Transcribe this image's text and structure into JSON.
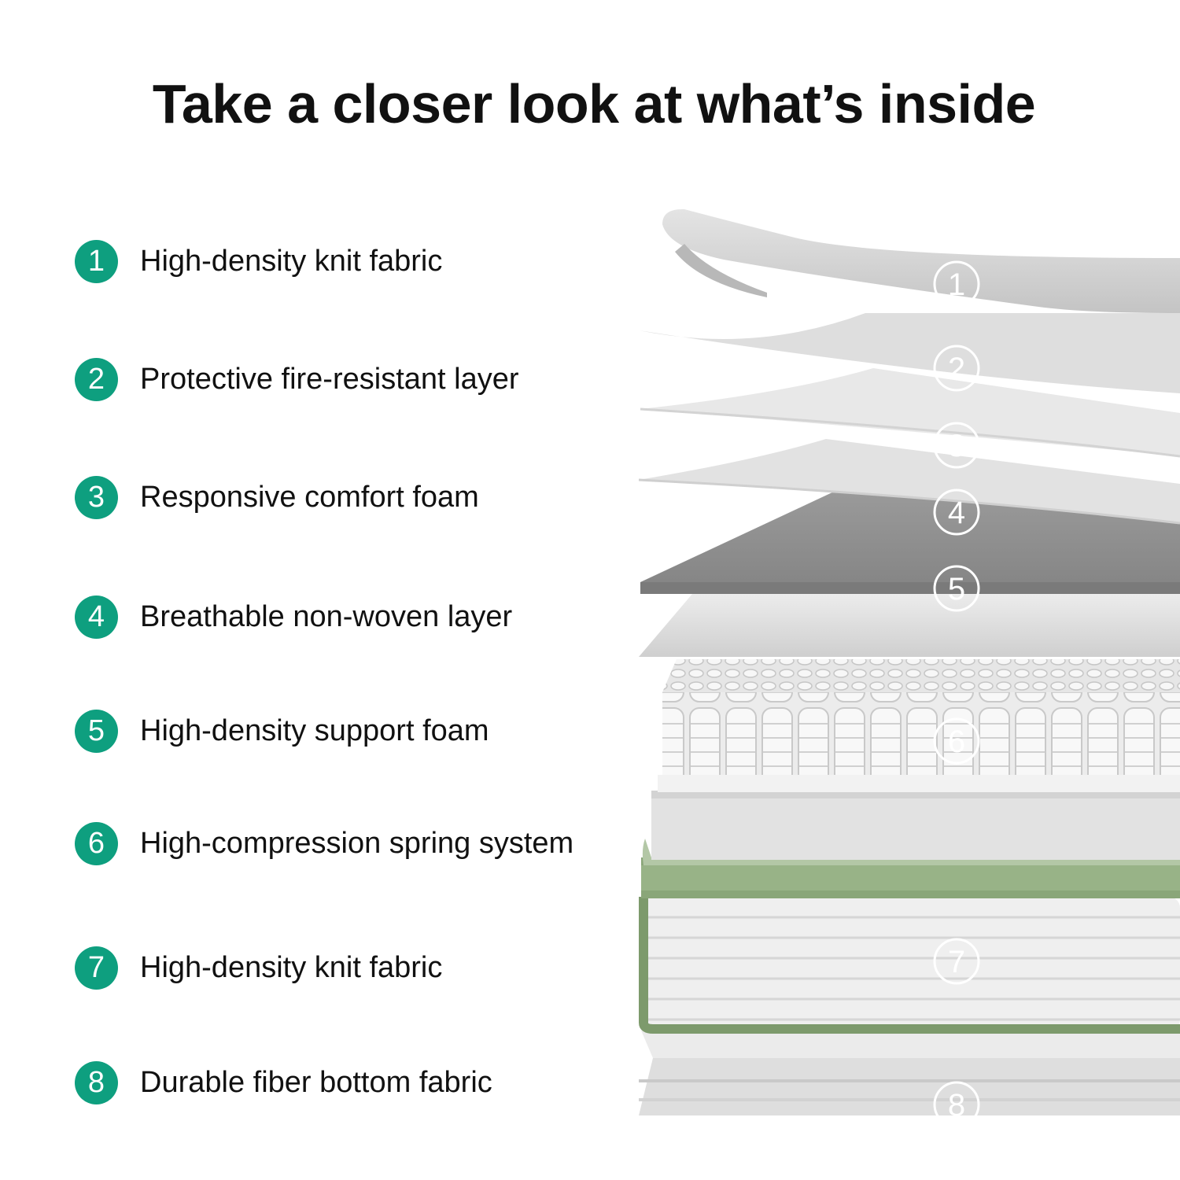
{
  "title": "Take a closer look at what’s inside",
  "accent_color": "#0e9f7f",
  "layers": [
    {
      "number": "1",
      "label": "High-density knit fabric"
    },
    {
      "number": "2",
      "label": "Protective fire-resistant layer"
    },
    {
      "number": "3",
      "label": "Responsive comfort foam"
    },
    {
      "number": "4",
      "label": "Breathable non-woven layer"
    },
    {
      "number": "5",
      "label": "High-density support foam"
    },
    {
      "number": "6",
      "label": "High-compression spring system"
    },
    {
      "number": "7",
      "label": "High-density knit fabric"
    },
    {
      "number": "8",
      "label": "Durable fiber bottom fabric"
    }
  ],
  "illustration_markers": [
    "1",
    "2",
    "3",
    "4",
    "5",
    "6",
    "7",
    "8"
  ]
}
